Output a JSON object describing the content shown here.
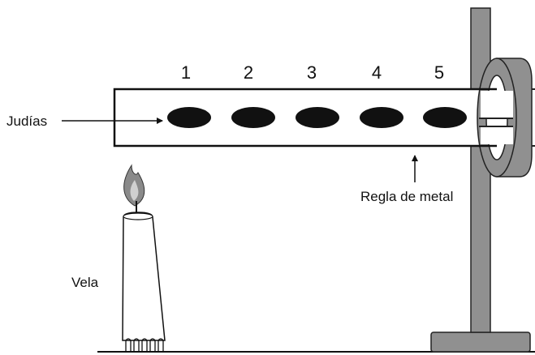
{
  "diagram": {
    "positions": [
      "1",
      "2",
      "3",
      "4",
      "5"
    ],
    "labels": {
      "beans": "Judías",
      "ruler": "Regla de metal",
      "candle": "Vela"
    }
  }
}
